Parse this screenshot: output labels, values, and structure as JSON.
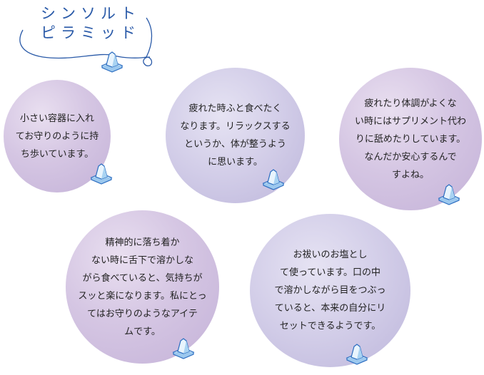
{
  "title": {
    "line1": "シンソルト",
    "line2": "ピラミッド"
  },
  "bubbles": [
    {
      "lines": [
        "小さい容器に入れ",
        "てお守りのように持",
        "ち歩いています。"
      ]
    },
    {
      "lines": [
        "疲れた時ふと食べたく",
        "なります。リラックスする",
        "というか、体が整うよう",
        "に思います。"
      ]
    },
    {
      "lines": [
        "疲れたり体調がよくな",
        "い時にはサプリメント代わ",
        "りに舐めたりしています。",
        "なんだか安心するんで",
        "すよね。"
      ]
    },
    {
      "lines": [
        "精神的に落ち着か",
        "ない時に舌下で溶かしな",
        "がら食べていると、気持ちが",
        "スッと楽になります。私にとっ",
        "てはお守りのようなアイテ",
        "ムです。"
      ]
    },
    {
      "lines": [
        "お祓いのお塩とし",
        "て使っています。口の中",
        "で溶かしながら目をつぶっ",
        "ていると、本来の自分にリ",
        "セットできるようです。"
      ]
    }
  ]
}
